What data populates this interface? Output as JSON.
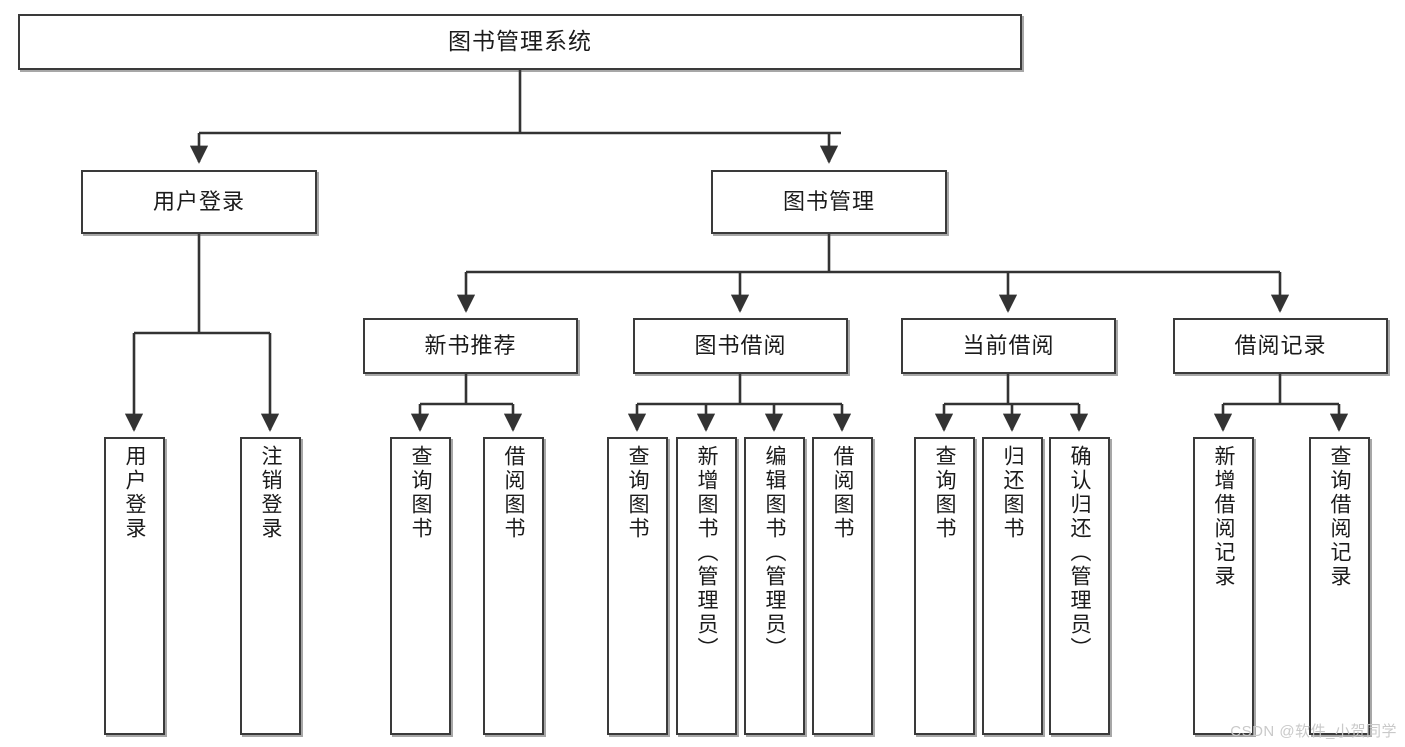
{
  "diagram": {
    "type": "tree",
    "title": "图书管理系统",
    "orientation": "top-down",
    "colors": {
      "box_border": "#3a3a3a",
      "box_fill": "#ffffff",
      "connector": "#333333",
      "text": "#1b1b1b",
      "watermark": "#c9c9c9"
    },
    "root": {
      "label": "图书管理系统"
    },
    "level1": [
      {
        "id": "user-login",
        "label": "用户登录"
      },
      {
        "id": "book-management",
        "label": "图书管理"
      }
    ],
    "level2": [
      {
        "id": "new-book-recommend",
        "label": "新书推荐"
      },
      {
        "id": "book-borrow",
        "label": "图书借阅"
      },
      {
        "id": "current-borrow",
        "label": "当前借阅"
      },
      {
        "id": "borrow-record",
        "label": "借阅记录"
      }
    ],
    "leaves": {
      "user_login": [
        {
          "id": "leaf-user-login",
          "label": "用户登录"
        },
        {
          "id": "leaf-logout",
          "label": "注销登录"
        }
      ],
      "new_book_recommend": [
        {
          "id": "leaf-query-book-1",
          "label": "查询图书"
        },
        {
          "id": "leaf-borrow-book-1",
          "label": "借阅图书"
        }
      ],
      "book_borrow": [
        {
          "id": "leaf-query-book-2",
          "label": "查询图书"
        },
        {
          "id": "leaf-add-book",
          "label": "新增图书（管理员）"
        },
        {
          "id": "leaf-edit-book",
          "label": "编辑图书（管理员）"
        },
        {
          "id": "leaf-borrow-book-2",
          "label": "借阅图书"
        }
      ],
      "current_borrow": [
        {
          "id": "leaf-query-book-3",
          "label": "查询图书"
        },
        {
          "id": "leaf-return-book",
          "label": "归还图书"
        },
        {
          "id": "leaf-confirm-return",
          "label": "确认归还（管理员）"
        }
      ],
      "borrow_record": [
        {
          "id": "leaf-add-record",
          "label": "新增借阅记录"
        },
        {
          "id": "leaf-query-record",
          "label": "查询借阅记录"
        }
      ]
    }
  },
  "watermark": {
    "text": "CSDN @软件_小贺同学"
  }
}
